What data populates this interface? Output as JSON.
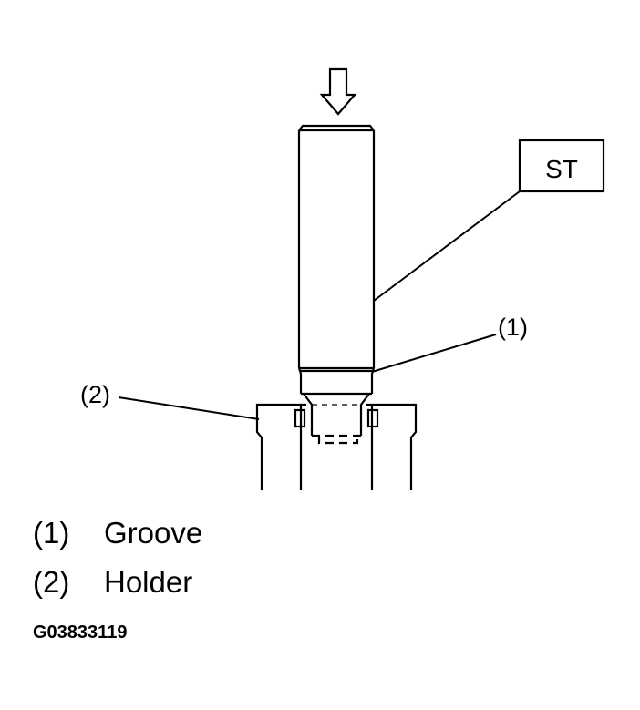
{
  "labels": {
    "st": "ST",
    "groove_callout": "(1)",
    "holder_callout": "(2)"
  },
  "legend": [
    {
      "num": "(1)",
      "text": "Groove"
    },
    {
      "num": "(2)",
      "text": "Holder"
    }
  ],
  "figure_id": "G03833119"
}
